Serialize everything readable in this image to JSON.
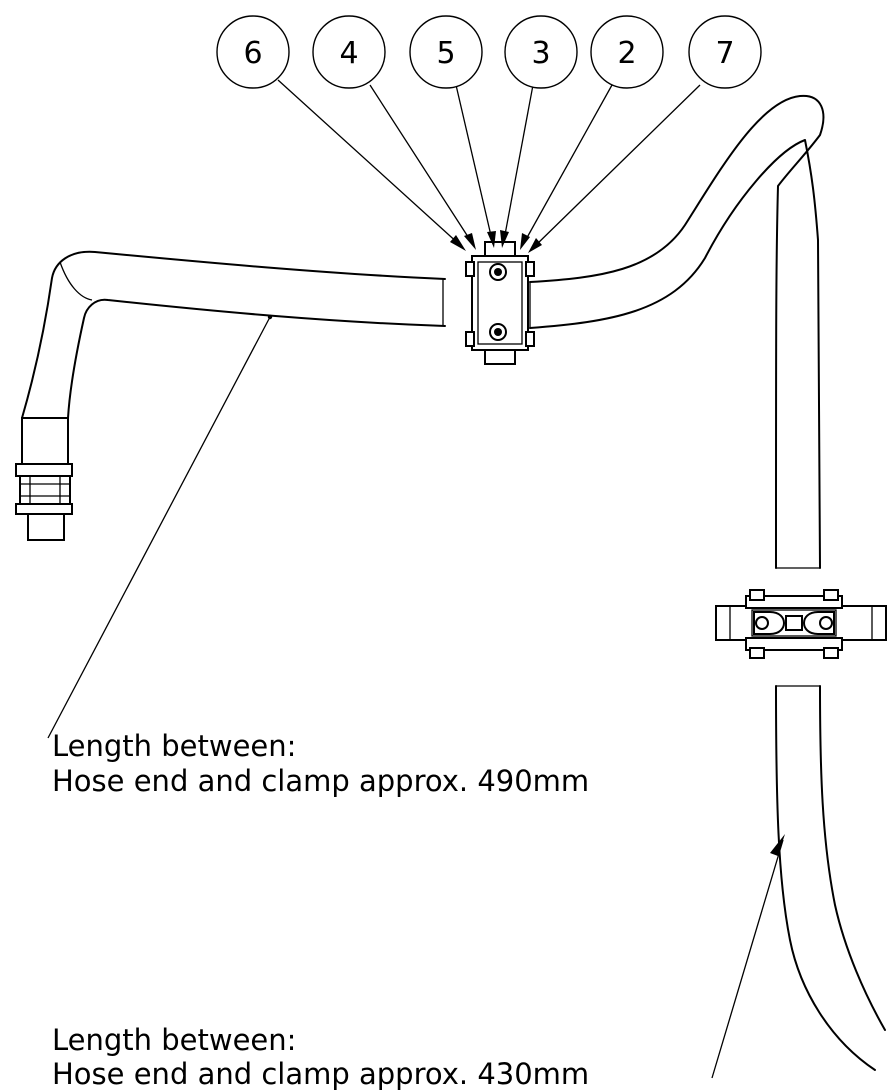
{
  "balloons": [
    "6",
    "4",
    "5",
    "3",
    "2",
    "7"
  ],
  "notes": [
    {
      "line1": "Length between:",
      "line2": "Hose end and clamp approx. 490mm"
    },
    {
      "line1": "Length between:",
      "line2": "Hose end and clamp approx. 430mm"
    }
  ]
}
